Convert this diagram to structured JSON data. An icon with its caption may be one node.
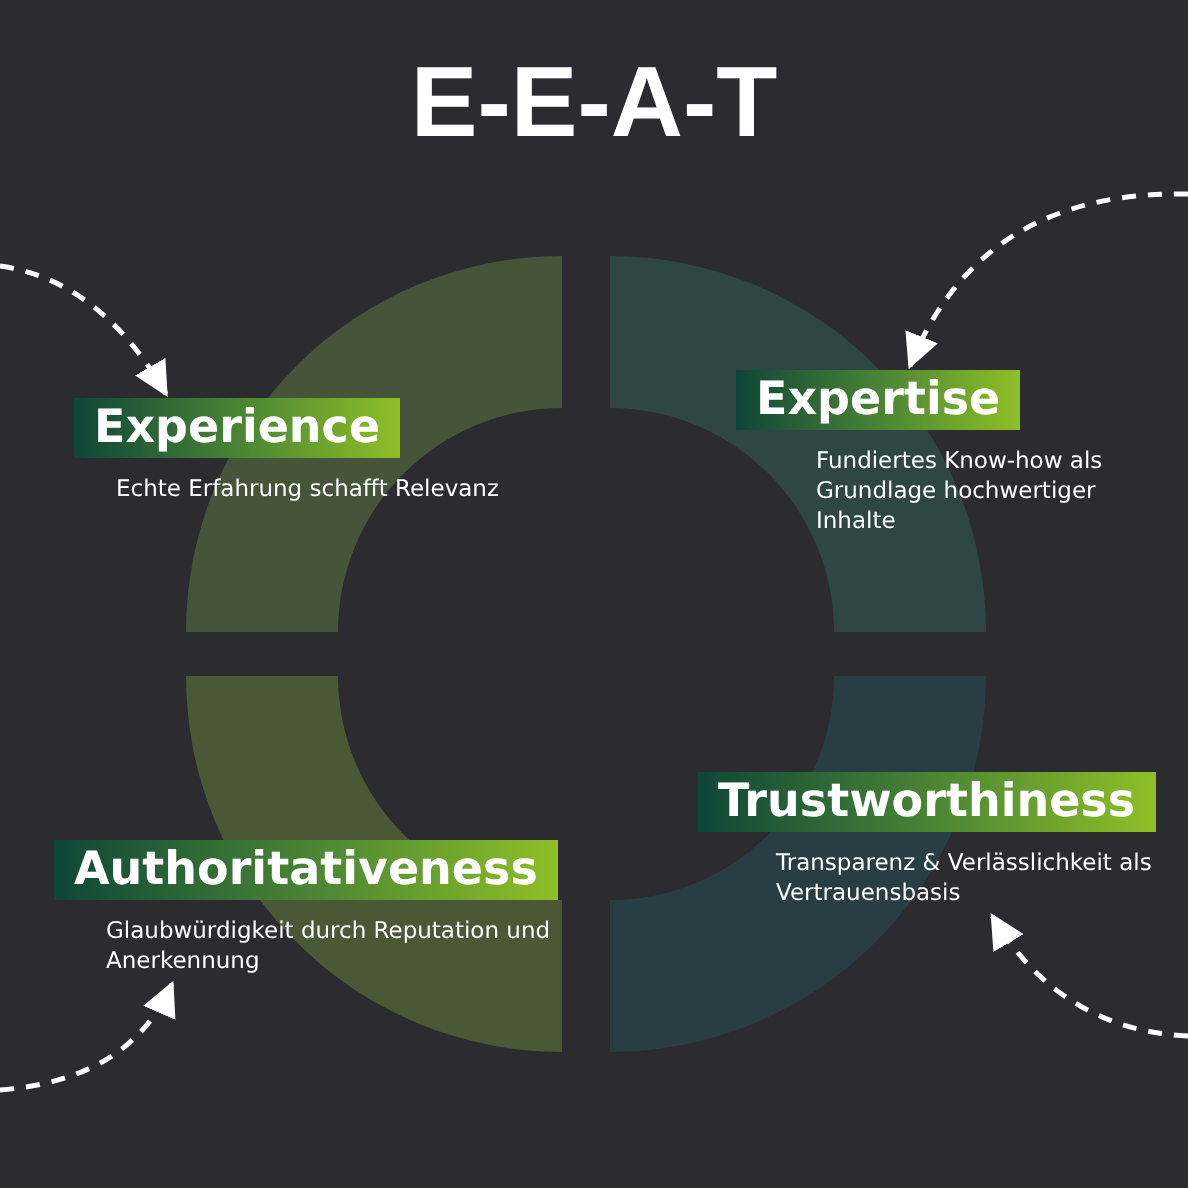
{
  "diagram": {
    "title": "E-E-A-T",
    "nodes": [
      {
        "text": [
          "Experience",
          "Echte Erfahrung schafft Relevanz"
        ]
      },
      {
        "text": [
          "Expertise",
          "Fundiertes Know-how als Grundlage hochwertiger Inhalte"
        ]
      },
      {
        "text": [
          "Trustworthiness",
          "Transparenz & Verlässlichkeit als Vertrauensbasis"
        ]
      },
      {
        "text": [
          "Authoritativeness",
          "Glaubwürdigkeit durch Reputation und Anerkennung"
        ]
      }
    ],
    "edges": [
      {
        "from": null,
        "to": 0,
        "arrow": "to",
        "style": "dashed"
      },
      {
        "from": null,
        "to": 1,
        "arrow": "to",
        "style": "dashed"
      },
      {
        "from": null,
        "to": 2,
        "arrow": "to",
        "style": "dashed"
      },
      {
        "from": null,
        "to": 3,
        "arrow": "to",
        "style": "dashed"
      }
    ]
  }
}
